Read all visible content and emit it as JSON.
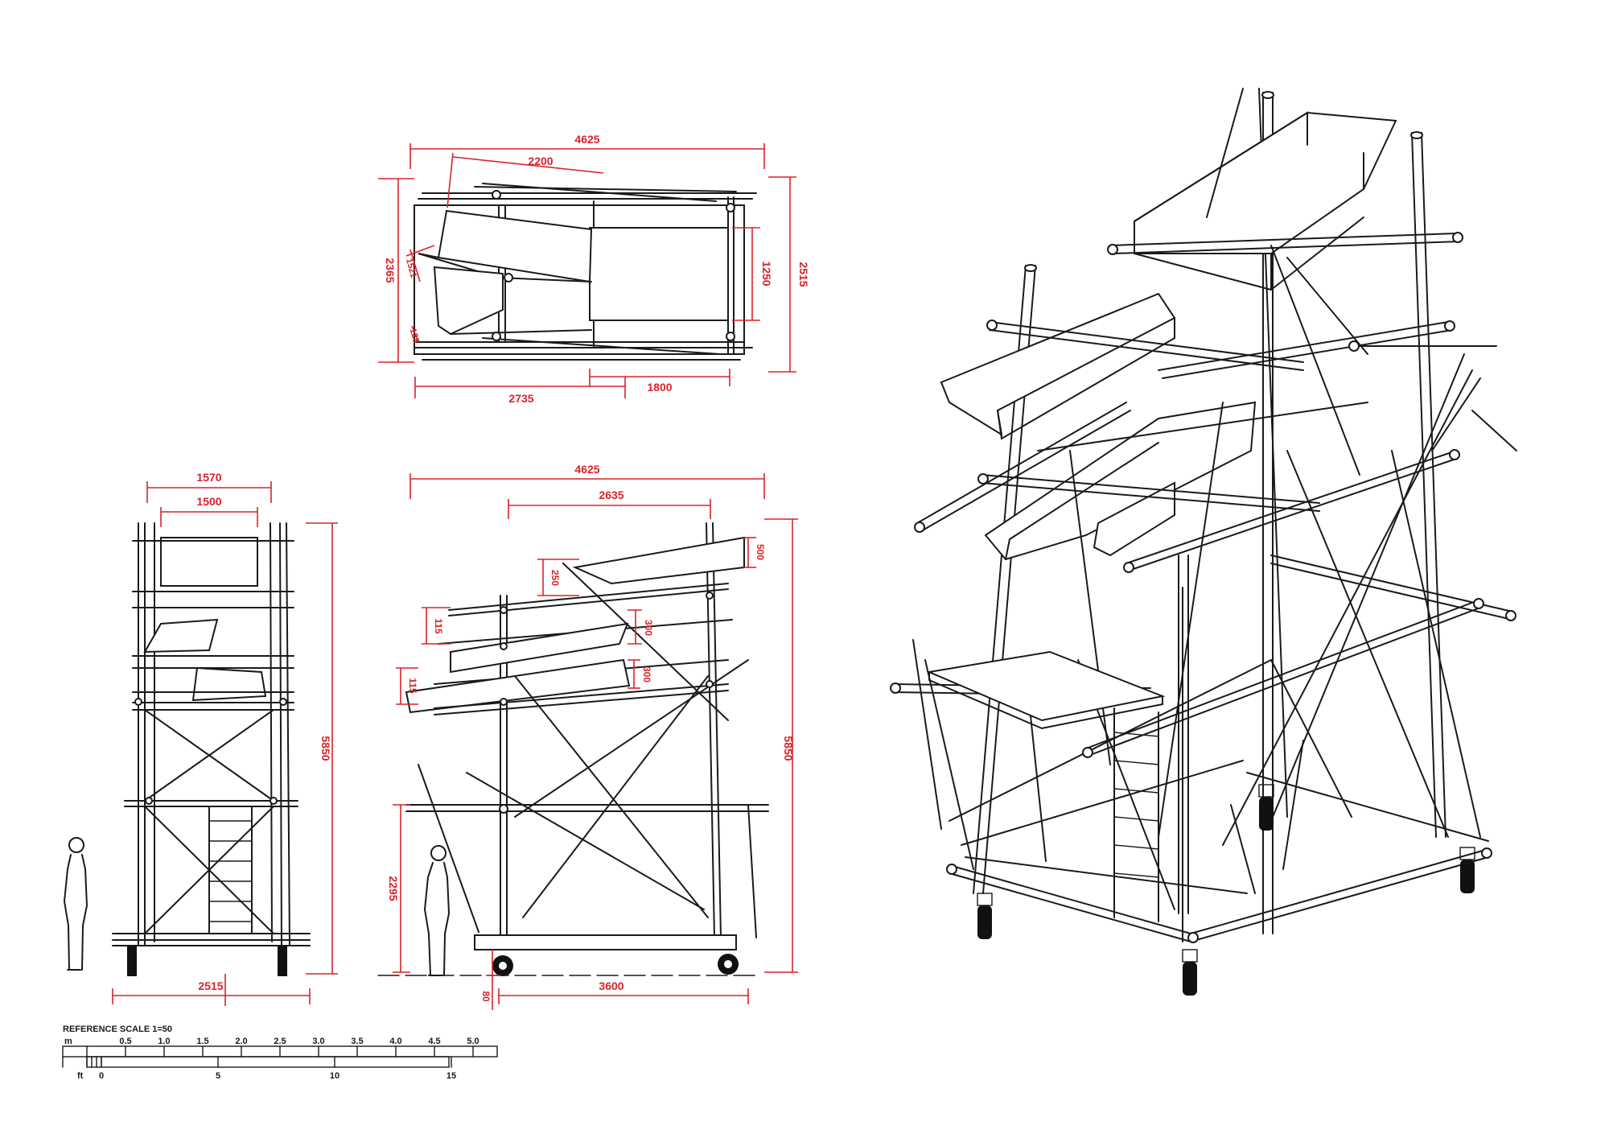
{
  "colors": {
    "dimension": "#d8232a",
    "linework": "#1a1a1a",
    "background": "#ffffff"
  },
  "plan_view": {
    "dims": {
      "overall_width": "4625",
      "tray_length": "2200",
      "left_depth": "2365",
      "right_depth": "2515",
      "box_depth": "1250",
      "bottom_left": "2735",
      "bottom_right": "1800",
      "small_a": "1521",
      "small_b": "128"
    }
  },
  "front_elevation": {
    "dims": {
      "top_outer": "1570",
      "top_inner": "1500",
      "height": "5850",
      "base_width": "2515"
    }
  },
  "side_elevation": {
    "dims": {
      "overall_width": "4625",
      "upper_width": "2635",
      "height": "5850",
      "platform_height": "2295",
      "tray1_h": "500",
      "tray1_d": "250",
      "tray2_a": "115",
      "tray2_b": "300",
      "tray3_a": "115",
      "tray3_b": "300",
      "wheel_h": "80",
      "base_length": "3600"
    }
  },
  "scale_bar": {
    "title": "REFERENCE SCALE 1=50",
    "metric_unit": "m",
    "metric_ticks": [
      "0.5",
      "1.0",
      "1.5",
      "2.0",
      "2.5",
      "3.0",
      "3.5",
      "4.0",
      "4.5",
      "5.0"
    ],
    "imperial_unit": "ft",
    "imperial_ticks": [
      "0",
      "5",
      "10",
      "15"
    ]
  }
}
